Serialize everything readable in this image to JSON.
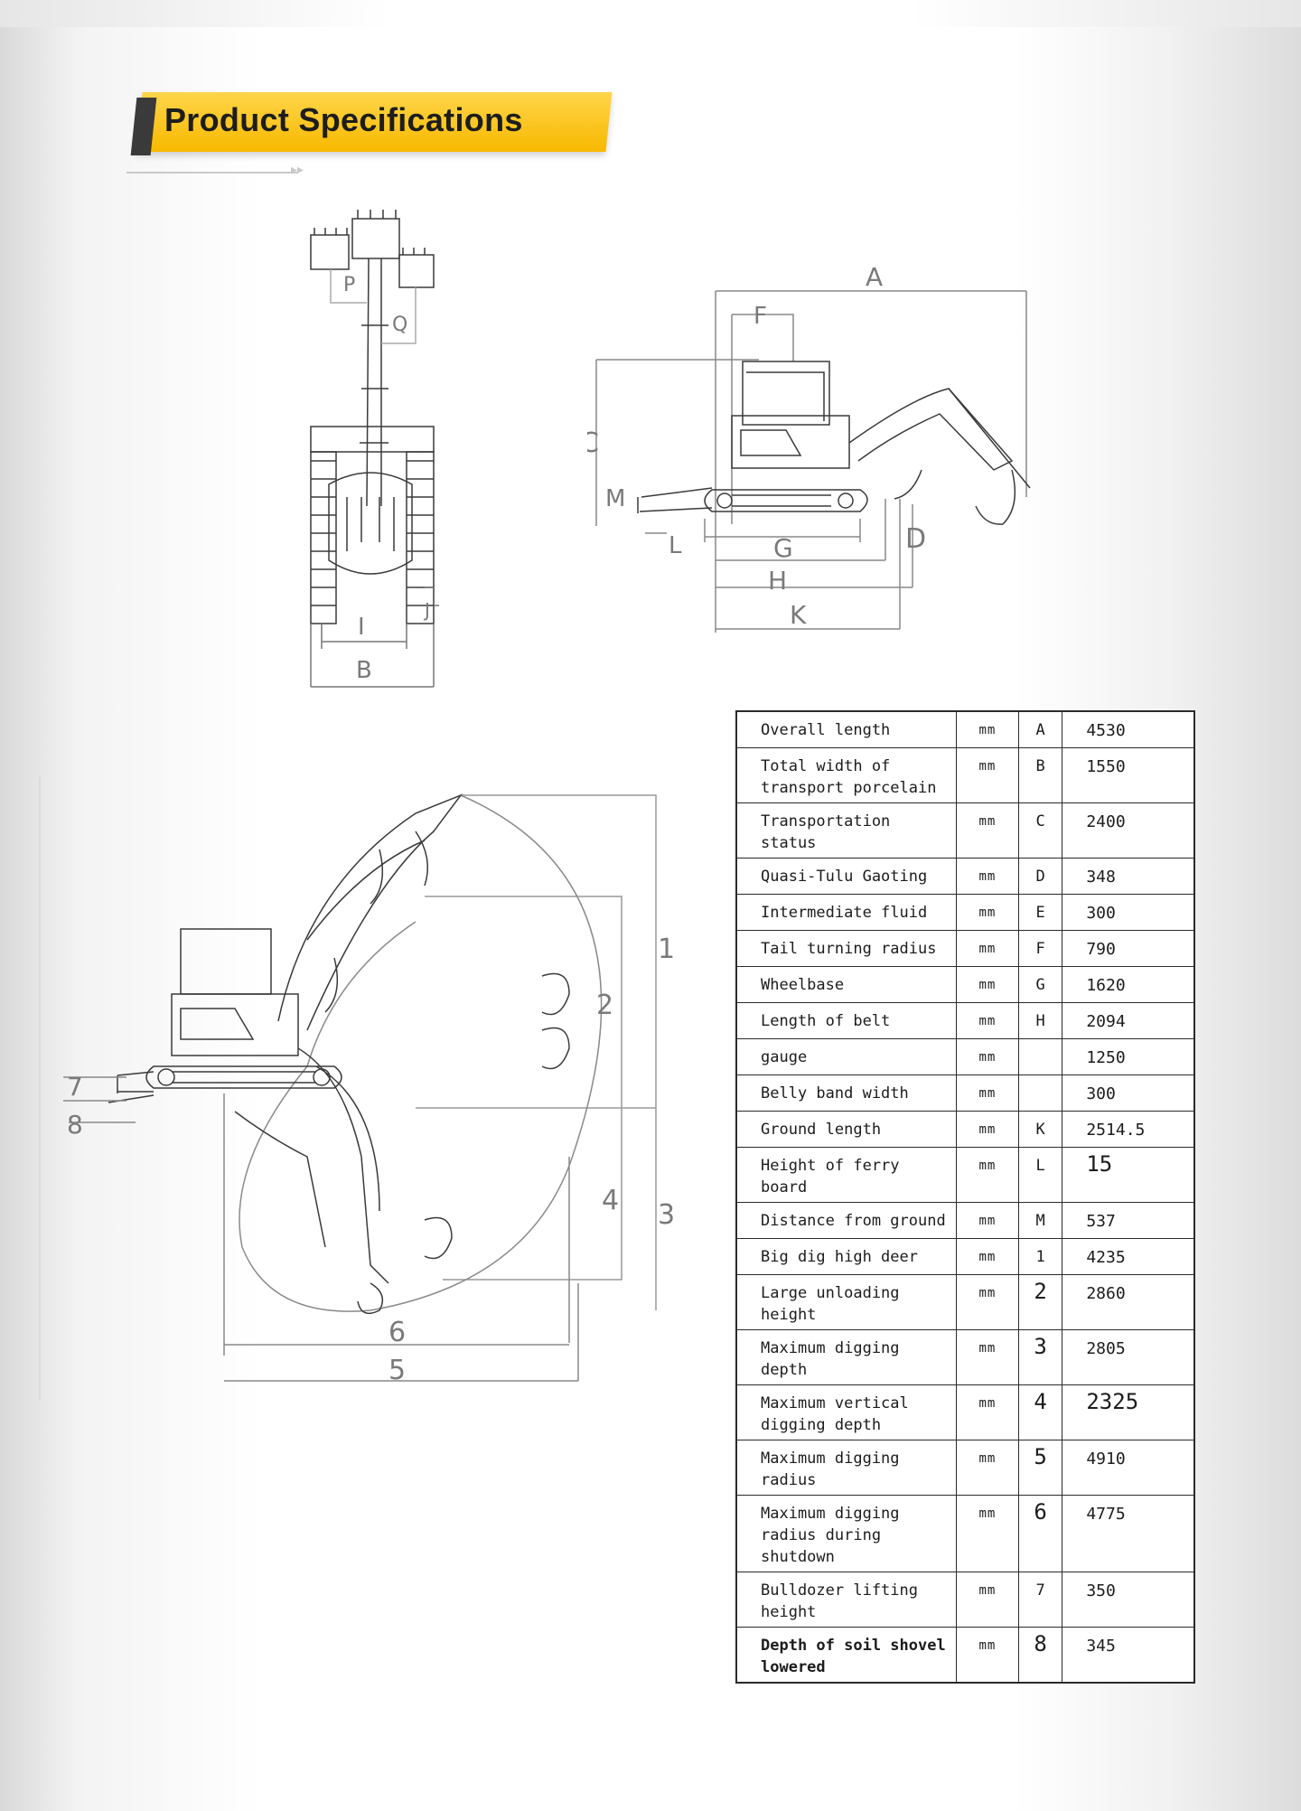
{
  "header": {
    "title": "Product Specifications"
  },
  "top_view": {
    "labels": {
      "P": "P",
      "Q": "Q",
      "I": "I",
      "J": "J",
      "B": "B"
    }
  },
  "side_view": {
    "labels": {
      "A": "A",
      "F": "F",
      "C": "C",
      "M": "M",
      "L": "L",
      "G": "G",
      "D": "D",
      "H": "H",
      "K": "K"
    }
  },
  "working_range": {
    "labels": {
      "1": "1",
      "2": "2",
      "3": "3",
      "4": "4",
      "5": "5",
      "6": "6",
      "7": "7",
      "8": "8"
    }
  },
  "specs": {
    "rows": [
      {
        "name": "Overall length",
        "unit": "mm",
        "code": "A",
        "value": "4530"
      },
      {
        "name": "Total width of transport porcelain",
        "unit": "mm",
        "code": "B",
        "value": "1550"
      },
      {
        "name": "Transportation status",
        "unit": "mm",
        "code": "C",
        "value": "2400"
      },
      {
        "name": "Quasi-Tulu Gaoting",
        "unit": "mm",
        "code": "D",
        "value": "348"
      },
      {
        "name": "Intermediate fluid",
        "unit": "mm",
        "code": "E",
        "value": "300"
      },
      {
        "name": "Tail turning radius",
        "unit": "mm",
        "code": "F",
        "value": "790"
      },
      {
        "name": "Wheelbase",
        "unit": "mm",
        "code": "G",
        "value": "1620"
      },
      {
        "name": "Length of belt",
        "unit": "mm",
        "code": "H",
        "value": "2094"
      },
      {
        "name": "gauge",
        "unit": "mm",
        "code": "",
        "value": "1250"
      },
      {
        "name": "Belly band width",
        "unit": "mm",
        "code": "",
        "value": "300"
      },
      {
        "name": "Ground length",
        "unit": "mm",
        "code": "K",
        "value": "2514.5"
      },
      {
        "name": "Height of ferry board",
        "unit": "mm",
        "code": "L",
        "value": "15"
      },
      {
        "name": "Distance from ground",
        "unit": "mm",
        "code": "M",
        "value": "537"
      },
      {
        "name": "Big dig high deer",
        "unit": "mm",
        "code": "1",
        "value": "4235"
      },
      {
        "name": "Large unloading height",
        "unit": "mm",
        "code": "2",
        "value": "2860"
      },
      {
        "name": "Maximum digging depth",
        "unit": "mm",
        "code": "3",
        "value": "2805"
      },
      {
        "name": "Maximum vertical digging depth",
        "unit": "mm",
        "code": "4",
        "value": "2325"
      },
      {
        "name": "Maximum digging radius",
        "unit": "mm",
        "code": "5",
        "value": "4910"
      },
      {
        "name": "Maximum digging radius during shutdown",
        "unit": "mm",
        "code": "6",
        "value": "4775"
      },
      {
        "name": "Bulldozer lifting height",
        "unit": "mm",
        "code": "7",
        "value": "350"
      },
      {
        "name": "Depth of soil shovel lowered",
        "unit": "mm",
        "code": "8",
        "value": "345"
      }
    ]
  }
}
